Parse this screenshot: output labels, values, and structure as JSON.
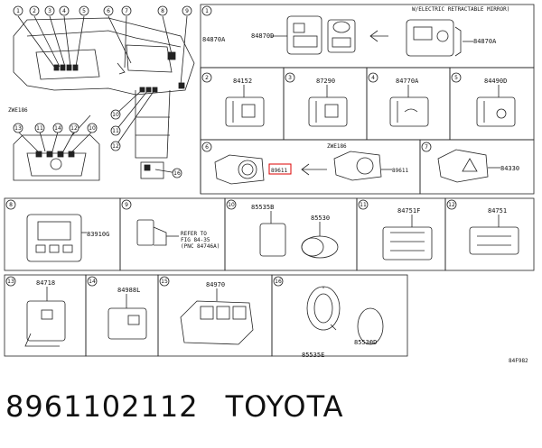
{
  "caption": {
    "part_number": "8961102112",
    "brand": "TOYOTA"
  },
  "drawing_code": "84F982",
  "overview": {
    "callouts": [
      "1",
      "2",
      "3",
      "4",
      "5",
      "6",
      "7",
      "8",
      "9",
      "10",
      "11",
      "12",
      "16"
    ],
    "zwe_label": "ZWE186",
    "zwe_callouts": [
      "13",
      "11",
      "14",
      "12",
      "10"
    ]
  },
  "panels": [
    {
      "index": "1",
      "note": "W/ELECTRIC RETRACTABLE MIRROR)",
      "parts": [
        "84870D",
        "84870A"
      ]
    },
    {
      "index": "2",
      "parts": [
        "84152"
      ]
    },
    {
      "index": "3",
      "parts": [
        "87290"
      ]
    },
    {
      "index": "4",
      "parts": [
        "84770A"
      ]
    },
    {
      "index": "5",
      "parts": [
        "84490D"
      ]
    },
    {
      "index": "6",
      "note": "ZWE186",
      "parts": [
        "89611",
        "89611"
      ]
    },
    {
      "index": "7",
      "parts": [
        "84330"
      ]
    },
    {
      "index": "8",
      "parts": [
        "83910G"
      ]
    },
    {
      "index": "9",
      "parts": [
        "REFER TO",
        "FIG 84-35",
        "(PNC 84746A)"
      ]
    },
    {
      "index": "10",
      "parts": [
        "85535B",
        "85530"
      ]
    },
    {
      "index": "11",
      "parts": [
        "84751F"
      ]
    },
    {
      "index": "12",
      "parts": [
        "84751"
      ]
    },
    {
      "index": "13",
      "parts": [
        "84718"
      ]
    },
    {
      "index": "14",
      "parts": [
        "84988L"
      ]
    },
    {
      "index": "15",
      "parts": [
        "84970"
      ]
    },
    {
      "index": "16",
      "parts": [
        "85535E",
        "85530D"
      ]
    }
  ]
}
